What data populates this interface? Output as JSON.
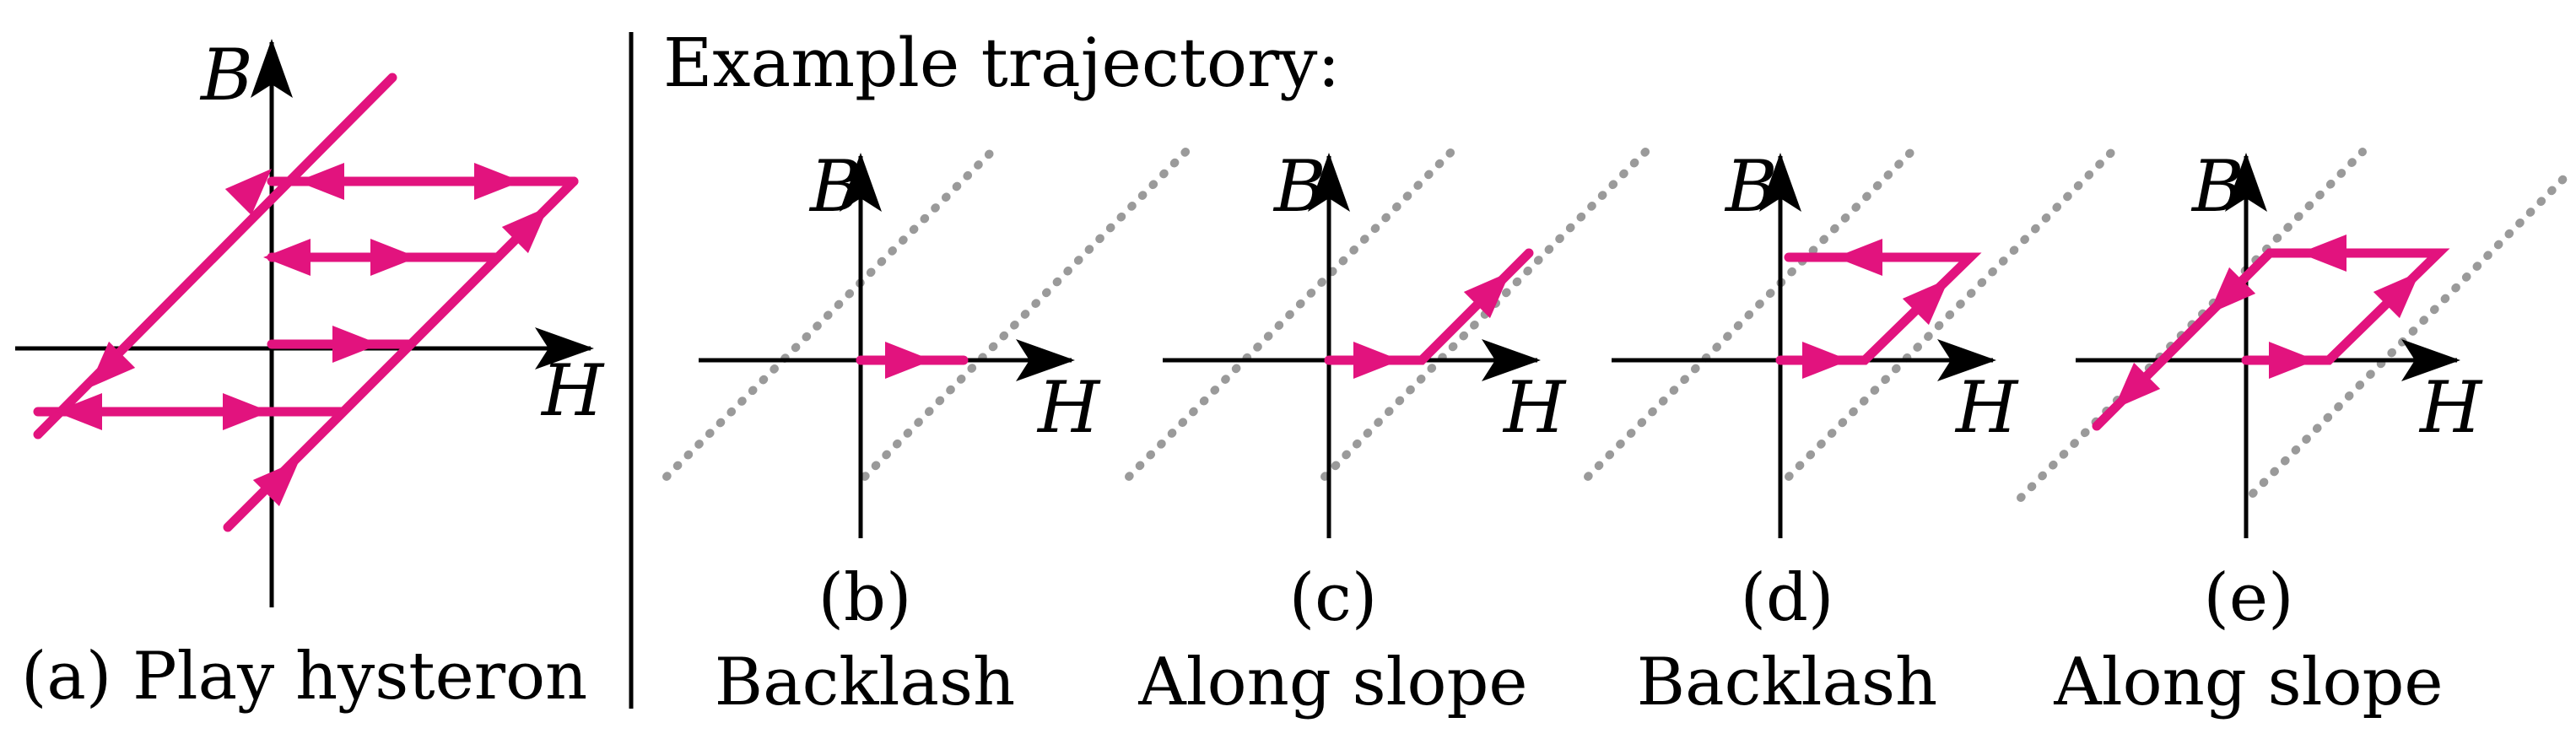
{
  "colors": {
    "trajectory": "#e2137e",
    "axis": "#000000",
    "guide": "#9a9a9a",
    "divider": "#000000"
  },
  "axis_labels": {
    "vertical": "B",
    "horizontal": "H"
  },
  "panel_a": {
    "caption": "(a) Play hysteron"
  },
  "trajectory_heading": "Example trajectory:",
  "panels": [
    {
      "tag": "(b)",
      "caption": "Backlash"
    },
    {
      "tag": "(c)",
      "caption": "Along slope"
    },
    {
      "tag": "(d)",
      "caption": "Backlash"
    },
    {
      "tag": "(e)",
      "caption": "Along slope"
    }
  ]
}
